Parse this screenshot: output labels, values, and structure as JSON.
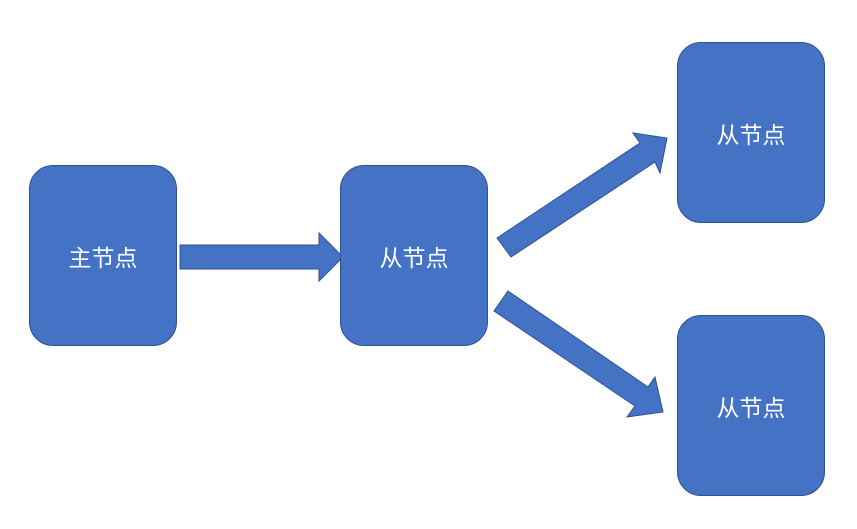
{
  "colors": {
    "fill": "#4472C4",
    "stroke": "#2F528F",
    "text": "#FFFFFF"
  },
  "nodes": {
    "master": {
      "label": "主节点"
    },
    "slave_middle": {
      "label": "从节点"
    },
    "slave_top": {
      "label": "从节点"
    },
    "slave_bottom": {
      "label": "从节点"
    }
  }
}
